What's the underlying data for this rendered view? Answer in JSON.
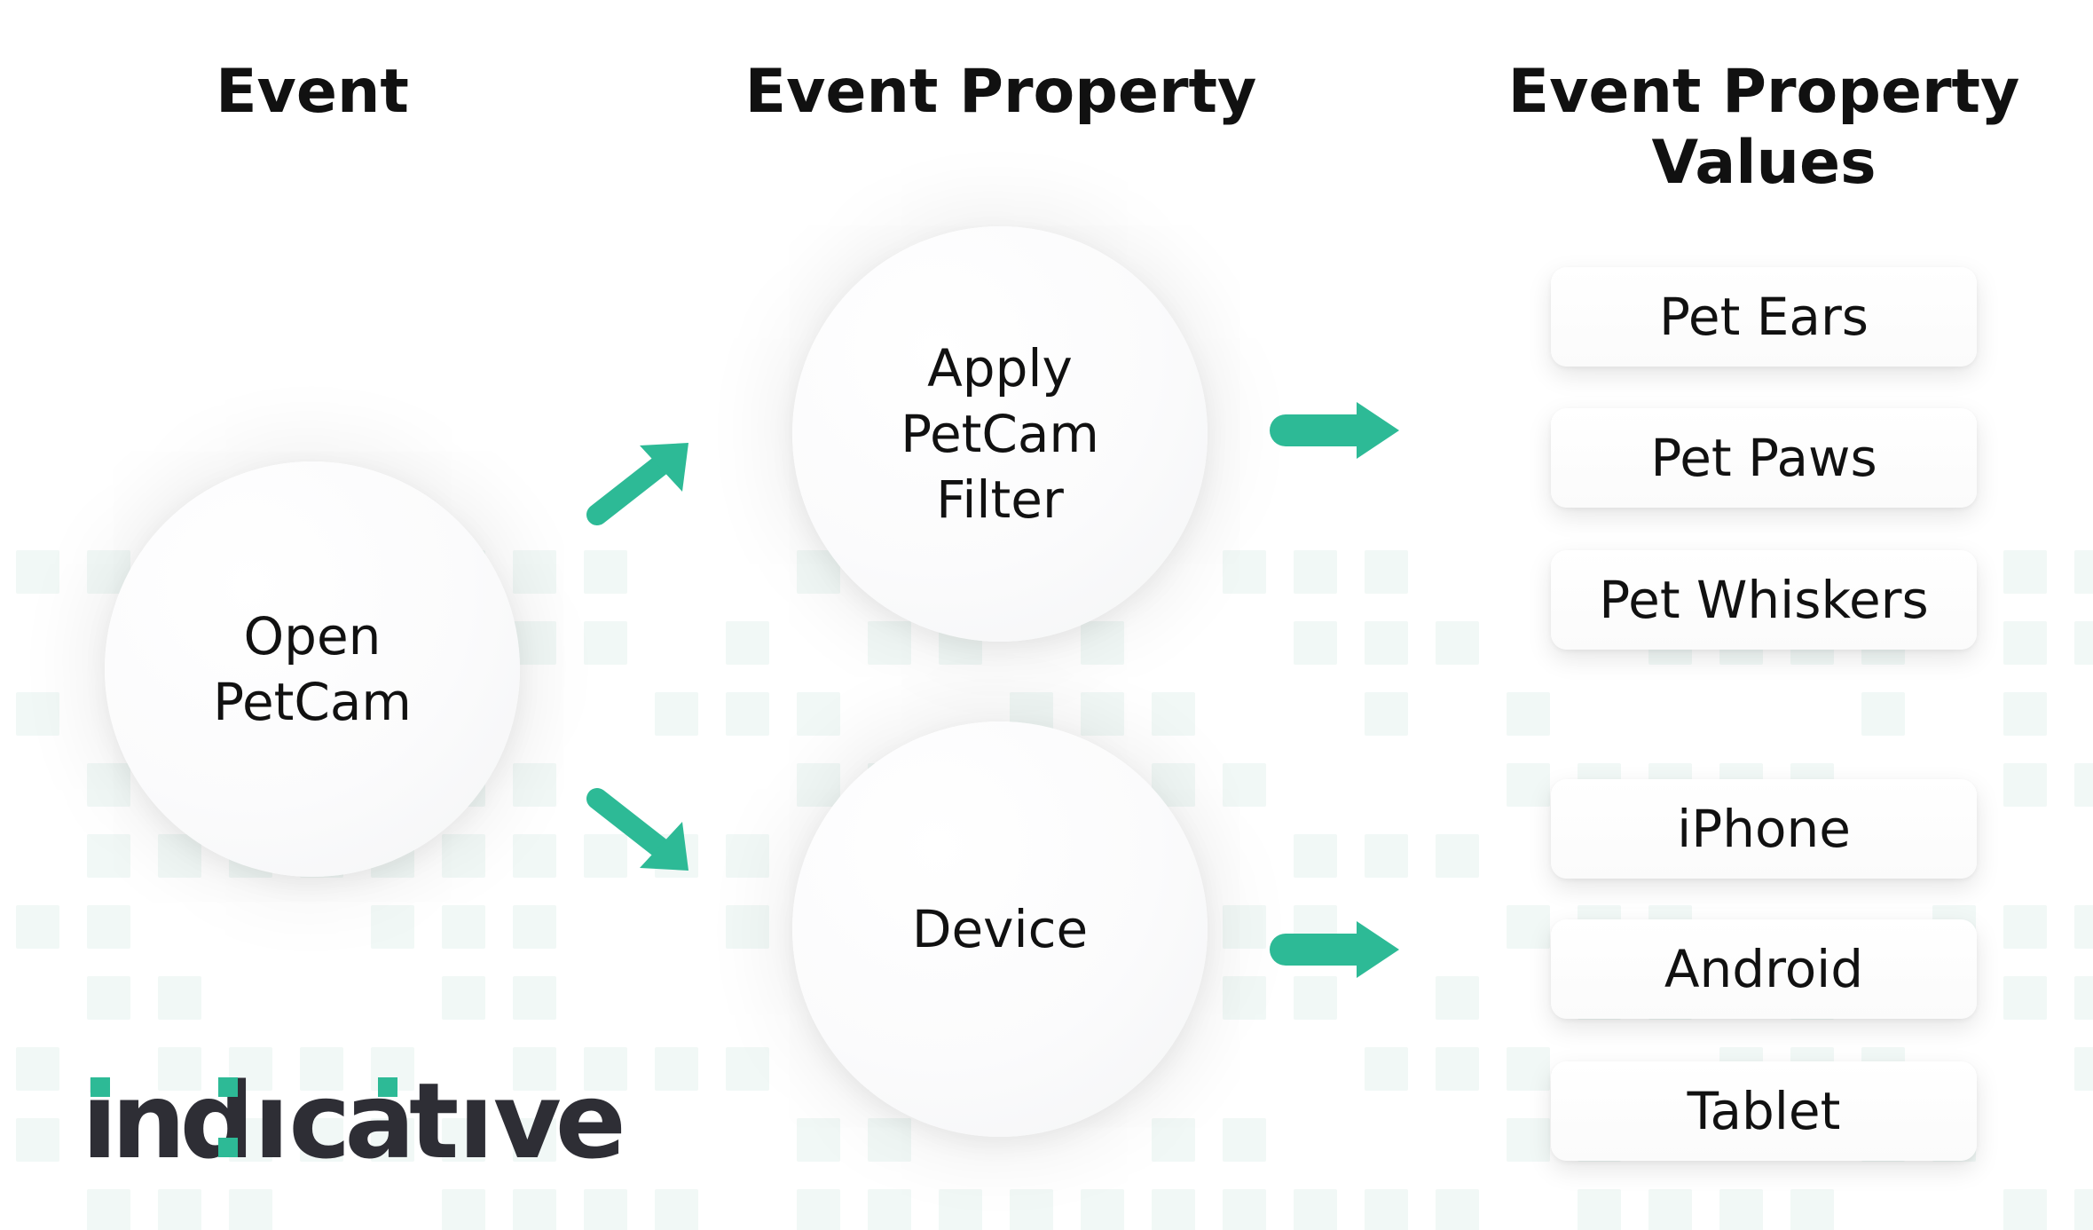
{
  "headings": {
    "event": "Event",
    "event_property": "Event Property",
    "event_property_values": "Event Property\nValues"
  },
  "nodes": {
    "open_petcam": "Open\nPetCam",
    "apply_filter": "Apply\nPetCam\nFilter",
    "device": "Device"
  },
  "values": {
    "filter": [
      "Pet Ears",
      "Pet Paws",
      "Pet Whiskers"
    ],
    "device": [
      "iPhone",
      "Android",
      "Tablet"
    ]
  },
  "logo": {
    "part1": "ind",
    "part2": "cat",
    "part3": "ve"
  },
  "colors": {
    "accent": "#2dba96",
    "logo_dark": "#2e2e35",
    "text": "#111111",
    "grid": "#f1f8f6"
  },
  "icons": {
    "arrows": [
      "arrow-up-right-icon",
      "arrow-down-right-icon",
      "arrow-right-icon",
      "arrow-right-icon"
    ]
  }
}
